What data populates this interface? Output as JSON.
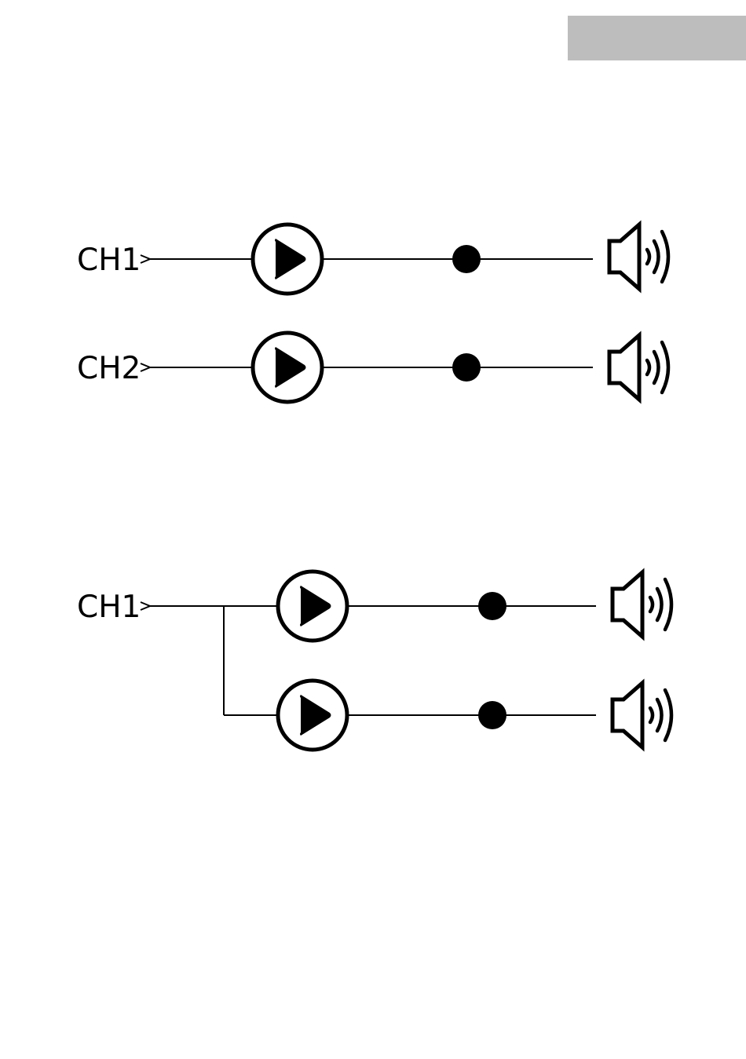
{
  "colors": {
    "tab": "#bdbdbd",
    "ink": "#000000"
  },
  "top_diagram": {
    "rows": [
      {
        "label": "CH1",
        "icons": [
          "amplifier-play-icon",
          "junction-dot",
          "speaker-icon"
        ]
      },
      {
        "label": "CH2",
        "icons": [
          "amplifier-play-icon",
          "junction-dot",
          "speaker-icon"
        ]
      }
    ]
  },
  "bottom_diagram": {
    "input_label": "CH1",
    "outputs": [
      {
        "icons": [
          "amplifier-play-icon",
          "junction-dot",
          "speaker-icon"
        ]
      },
      {
        "icons": [
          "amplifier-play-icon",
          "junction-dot",
          "speaker-icon"
        ]
      }
    ]
  }
}
